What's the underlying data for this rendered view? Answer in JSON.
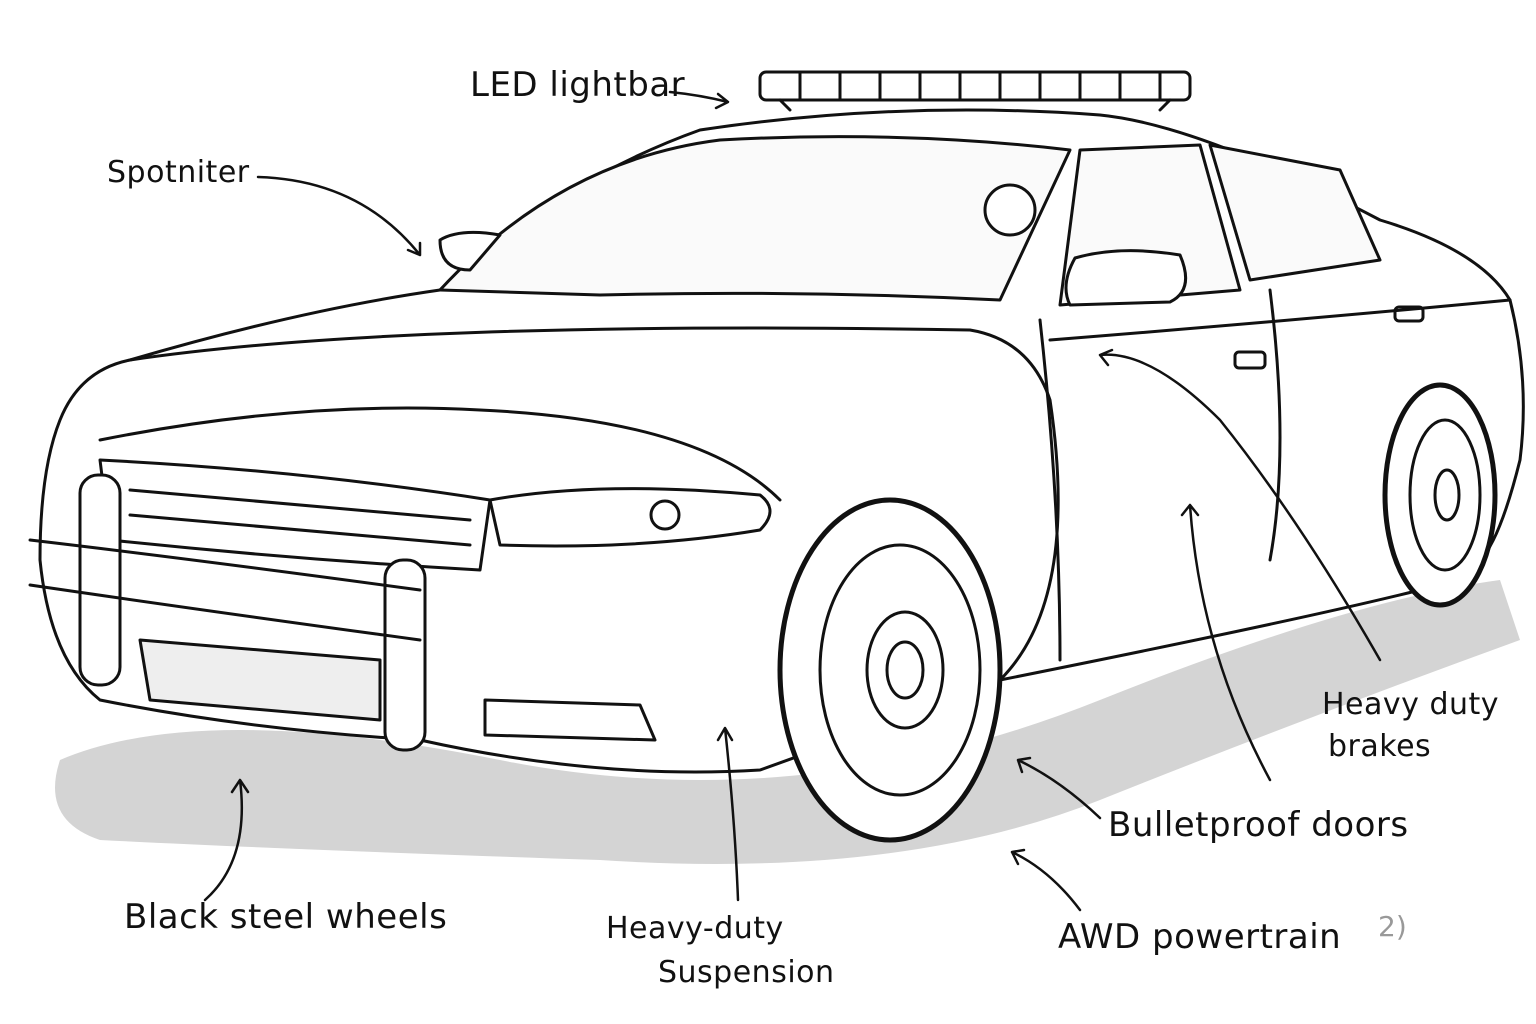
{
  "labels": {
    "led_lightbar": "LED lightbar",
    "spotlight": "Spotniter",
    "heavy_duty_brakes_1": "Heavy duty",
    "heavy_duty_brakes_2": "brakes",
    "bulletproof_doors": "Bulletproof doors",
    "black_steel_wheels": "Black steel wheels",
    "suspension_1": "Heavy-duty",
    "suspension_2": "Suspension",
    "awd_powertrain": "AWD powertrain"
  },
  "page_mark": "2)"
}
